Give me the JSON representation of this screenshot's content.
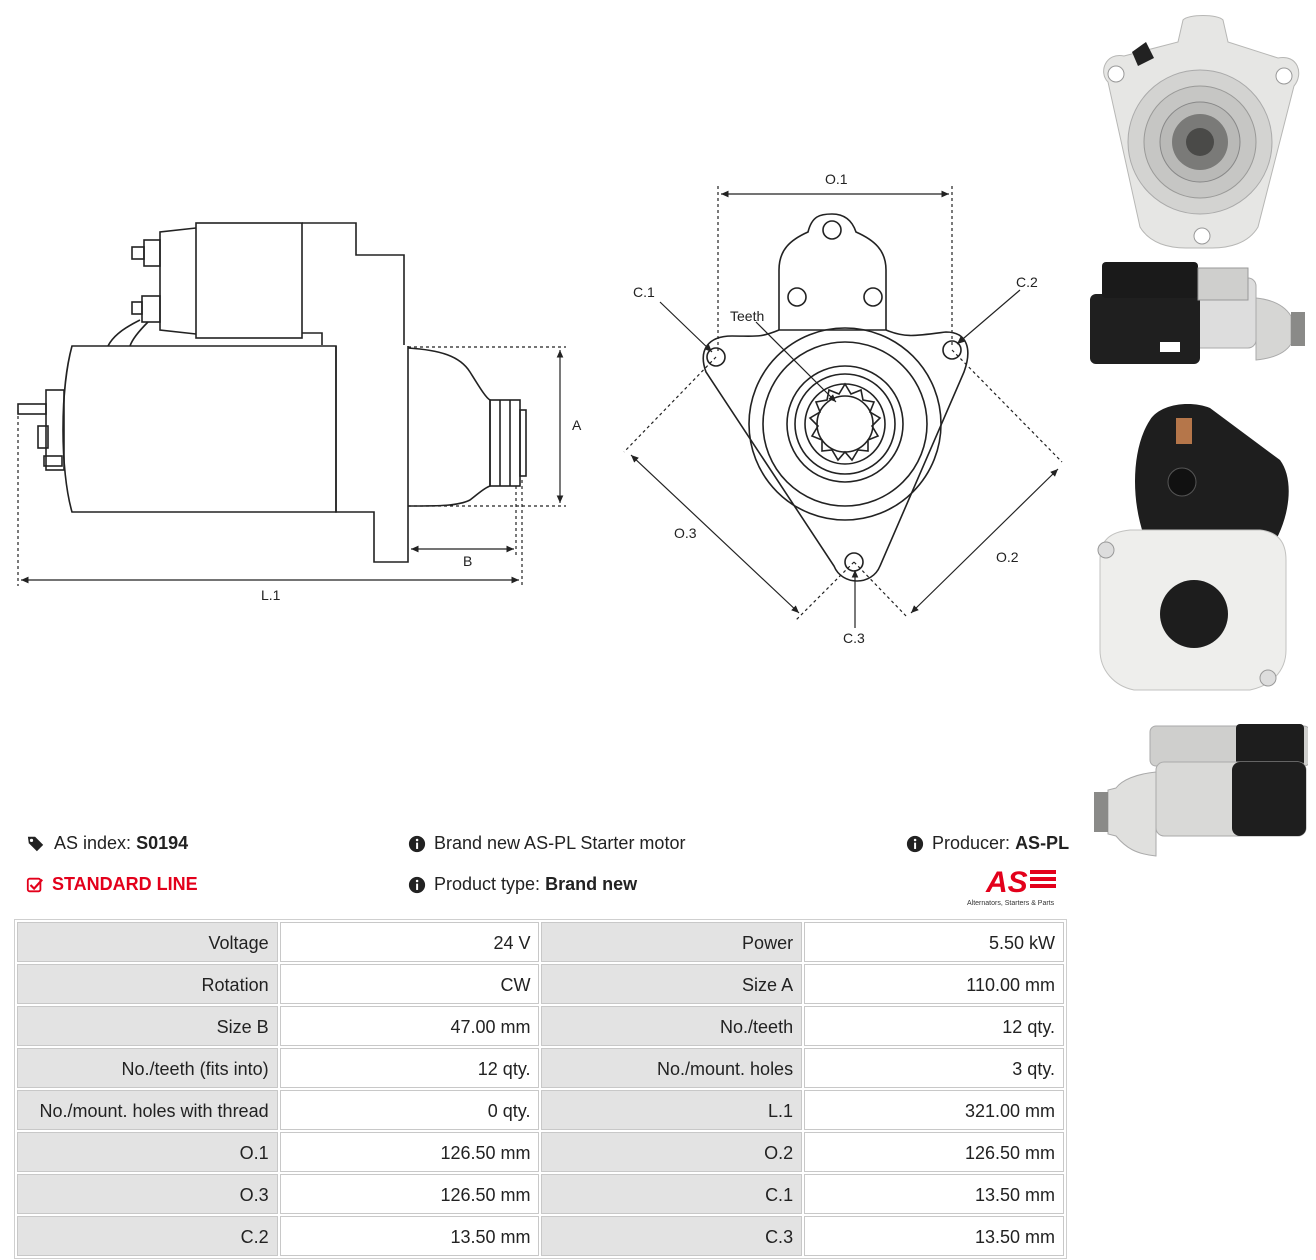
{
  "diagram": {
    "side_view": {
      "dim_a": "A",
      "dim_b": "B",
      "dim_l1": "L.1"
    },
    "front_view": {
      "o1": "O.1",
      "o2": "O.2",
      "o3": "O.3",
      "c1": "C.1",
      "c2": "C.2",
      "c3": "C.3",
      "teeth": "Teeth"
    }
  },
  "photos": [
    "front-face-photo",
    "side-photo-right",
    "rear-photo",
    "side-photo-left"
  ],
  "info": {
    "as_index_label": "AS index:",
    "as_index_value": "S0194",
    "line": "STANDARD LINE",
    "description": "Brand new AS-PL Starter motor",
    "product_type_label": "Product type:",
    "product_type_value": "Brand new",
    "producer_label": "Producer:",
    "producer_value": "AS-PL"
  },
  "logo": {
    "mark": "AS",
    "tagline": "Alternators, Starters & Parts"
  },
  "colors": {
    "accent_red": "#e3001b",
    "label_bg": "#e3e3e3"
  },
  "specs": [
    {
      "l1": "Voltage",
      "v1": "24 V",
      "l2": "Power",
      "v2": "5.50 kW"
    },
    {
      "l1": "Rotation",
      "v1": "CW",
      "l2": "Size A",
      "v2": "110.00 mm"
    },
    {
      "l1": "Size B",
      "v1": "47.00 mm",
      "l2": "No./teeth",
      "v2": "12 qty."
    },
    {
      "l1": "No./teeth (fits into)",
      "v1": "12 qty.",
      "l2": "No./mount. holes",
      "v2": "3 qty."
    },
    {
      "l1": "No./mount. holes with thread",
      "v1": "0 qty.",
      "l2": "L.1",
      "v2": "321.00 mm"
    },
    {
      "l1": "O.1",
      "v1": "126.50 mm",
      "l2": "O.2",
      "v2": "126.50 mm"
    },
    {
      "l1": "O.3",
      "v1": "126.50 mm",
      "l2": "C.1",
      "v2": "13.50 mm"
    },
    {
      "l1": "C.2",
      "v1": "13.50 mm",
      "l2": "C.3",
      "v2": "13.50 mm"
    }
  ]
}
